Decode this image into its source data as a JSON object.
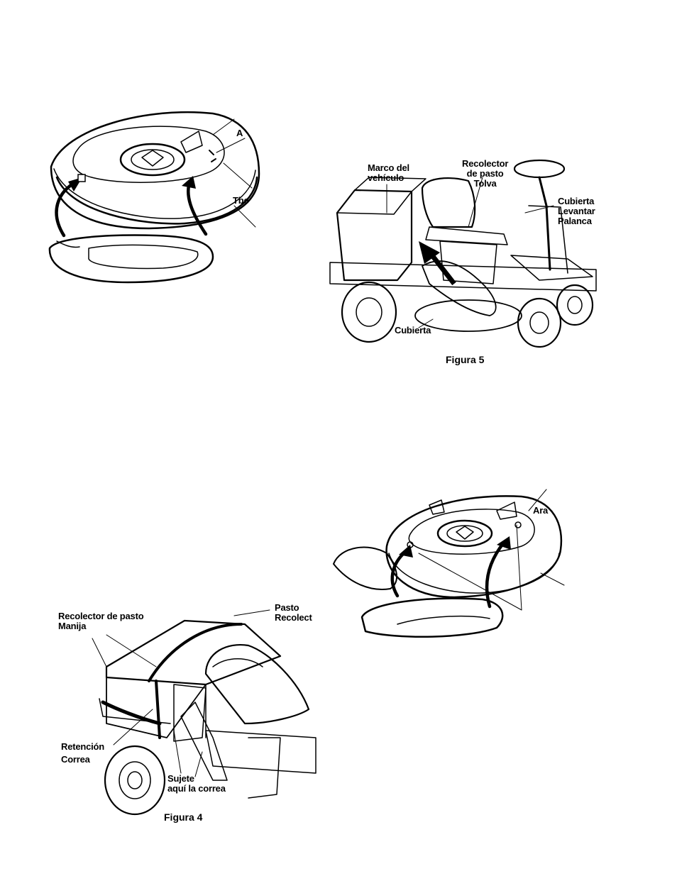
{
  "figure_top_left": {
    "labels": {
      "a": "A",
      "tube": "Tbe"
    }
  },
  "figure_5": {
    "caption": "Figura 5",
    "labels": {
      "frame_line1": "Marco del",
      "frame_line2": "vehículo",
      "collector_line1": "Recolector",
      "collector_line2": "de pasto",
      "collector_line3": "Tolva",
      "lever_line1": "Cubierta",
      "lever_line2": "Levantar",
      "lever_line3": "Palanca",
      "deck": "Cubierta"
    }
  },
  "figure_bottom_right": {
    "labels": {
      "ara": "Ara"
    }
  },
  "figure_4": {
    "caption": "Figura 4",
    "labels": {
      "handle_line1": "Recolector de pasto",
      "handle_line2": "Manija",
      "grass_line1": "Pasto",
      "grass_line2": "Recolect",
      "strap_line1": "Retención",
      "strap_line2": "Correa",
      "fasten_line1": "Sujete",
      "fasten_line2": "aquí la correa"
    }
  }
}
